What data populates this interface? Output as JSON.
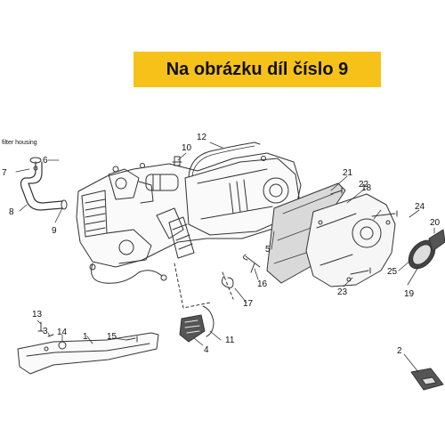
{
  "banner": {
    "text": "Na obrázku díl číslo 9"
  },
  "annotation": {
    "filter_housing": "filter housing"
  },
  "callouts": {
    "c1": "1",
    "c2": "2",
    "c3": "3",
    "c4": "4",
    "c5": "5",
    "c6": "6",
    "c7": "7",
    "c8": "8",
    "c9": "9",
    "c10": "10",
    "c11": "11",
    "c12": "12",
    "c13": "13",
    "c14": "14",
    "c15": "15",
    "c16": "16",
    "c17": "17",
    "c18": "18",
    "c19": "19",
    "c20": "20",
    "c21": "21",
    "c22": "22",
    "c23": "23",
    "c24": "24",
    "c25": "25"
  },
  "colors": {
    "banner_bg": "#f6c21a",
    "line": "#333333",
    "shade": "#d9d9d9"
  }
}
